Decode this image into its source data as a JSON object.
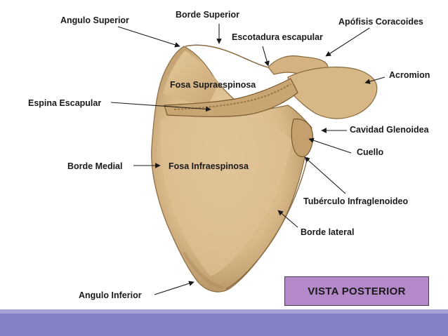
{
  "labels": {
    "angulo_superior": "Angulo Superior",
    "borde_superior": "Borde Superior",
    "apofisis_coracoides": "Apófisis Coracoides",
    "escotadura_escapular": "Escotadura escapular",
    "acromion": "Acromion",
    "fosa_supraespinosa": "Fosa Supraespinosa",
    "espina_escapular": "Espina Escapular",
    "cavidad_glenoidea": "Cavidad Glenoidea",
    "cuello": "Cuello",
    "borde_medial": "Borde Medial",
    "fosa_infraespinosa": "Fosa Infraespinosa",
    "tuberculo_infraglenoideo": "Tubérculo Infraglenoideo",
    "borde_lateral": "Borde lateral",
    "angulo_inferior": "Angulo Inferior"
  },
  "view_title": "VISTA POSTERIOR",
  "colors": {
    "bone": "#d9b98a",
    "bone_shadow": "#a88556",
    "view_box": "#b389c9",
    "footer": "#8581c9"
  }
}
